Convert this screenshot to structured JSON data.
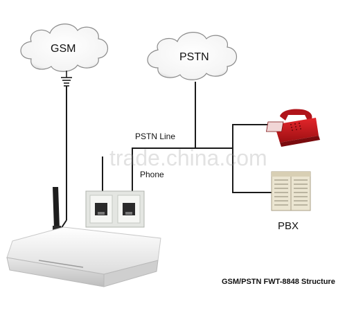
{
  "clouds": {
    "gsm": "GSM",
    "pstn": "PSTN"
  },
  "labels": {
    "pstn_line": "PSTN Line",
    "phone": "Phone",
    "pbx": "PBX"
  },
  "caption": "GSM/PSTN FWT-8848 Structure",
  "watermark": "trade.china.com",
  "colors": {
    "line": "#1a1a1a",
    "cloud_fill": "#ffffff",
    "cloud_stroke": "#8a8a8a",
    "phone_red": "#c0161b",
    "device_body": "#eeeeee",
    "pbx_panel": "#e9e3cf"
  },
  "icons": [
    "gsm-cloud",
    "pstn-cloud",
    "antenna-icon",
    "telephone-icon",
    "pbx-icon",
    "rj11-jack-icon",
    "fwt-device"
  ]
}
